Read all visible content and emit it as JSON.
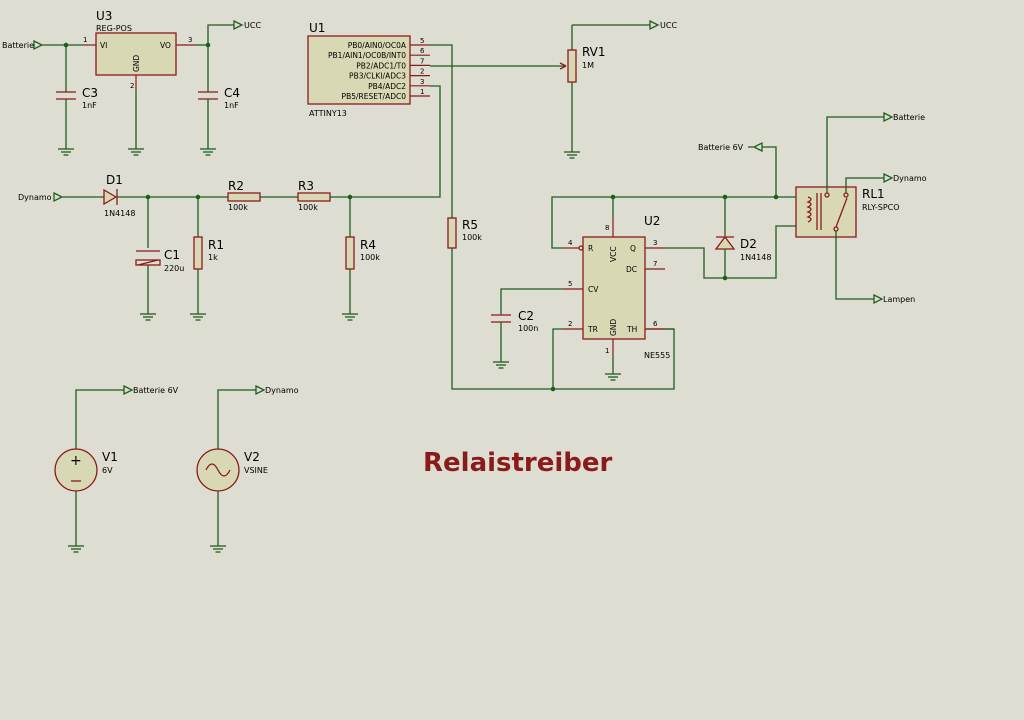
{
  "diagram_title": "Relaistreiber",
  "colors": {
    "background": "#ddddd1",
    "wire": "#1f5e1f",
    "component": "#8b1a1a",
    "component_fill": "#d8d8b4",
    "title": "#8b1a1a"
  },
  "terminals": {
    "batterie_in": "Batterie",
    "ucc_top1": "UCC",
    "ucc_top2": "UCC",
    "dynamo_in": "Dynamo",
    "batterie_rl": "Batterie",
    "batterie6v_rl": "Batterie 6V",
    "dynamo_rl": "Dynamo",
    "lampen_out": "Lampen",
    "batterie6v_v1": "Batterie 6V",
    "dynamo_v2": "Dynamo"
  },
  "components": {
    "u3": {
      "ref": "U3",
      "value": "REG-POS",
      "pins": {
        "vi": "VI",
        "vo": "VO",
        "gnd": "GND",
        "n1": "1",
        "n2": "2",
        "n3": "3"
      }
    },
    "u1": {
      "ref": "U1",
      "value": "ATTINY13",
      "pins": [
        "PB0/AIN0/OC0A",
        "PB1/AIN1/OC0B/INT0",
        "PB2/ADC1/T0",
        "PB3/CLKI/ADC3",
        "PB4/ADC2",
        "PB5/RESET/ADC0"
      ],
      "pin_numbers": [
        "5",
        "6",
        "7",
        "2",
        "3",
        "1"
      ]
    },
    "rv1": {
      "ref": "RV1",
      "value": "1M"
    },
    "c3": {
      "ref": "C3",
      "value": "1nF"
    },
    "c4": {
      "ref": "C4",
      "value": "1nF"
    },
    "d1": {
      "ref": "D1",
      "value": "1N4148"
    },
    "c1": {
      "ref": "C1",
      "value": "220u"
    },
    "r1": {
      "ref": "R1",
      "value": "1k"
    },
    "r2": {
      "ref": "R2",
      "value": "100k"
    },
    "r3": {
      "ref": "R3",
      "value": "100k"
    },
    "r4": {
      "ref": "R4",
      "value": "100k"
    },
    "r5": {
      "ref": "R5",
      "value": "100k"
    },
    "u2": {
      "ref": "U2",
      "value": "NE555",
      "pins": {
        "r": "R",
        "vcc": "VCC",
        "q": "Q",
        "dc": "DC",
        "cv": "CV",
        "tr": "TR",
        "gnd": "GND",
        "th": "TH"
      },
      "pin_numbers": {
        "r": "4",
        "vcc": "8",
        "q": "3",
        "dc": "7",
        "cv": "5",
        "tr": "2",
        "gnd": "1",
        "th": "6"
      }
    },
    "c2": {
      "ref": "C2",
      "value": "100n"
    },
    "d2": {
      "ref": "D2",
      "value": "1N4148"
    },
    "rl1": {
      "ref": "RL1",
      "value": "RLY-SPCO"
    },
    "v1": {
      "ref": "V1",
      "value": "6V"
    },
    "v2": {
      "ref": "V2",
      "value": "VSINE"
    }
  }
}
